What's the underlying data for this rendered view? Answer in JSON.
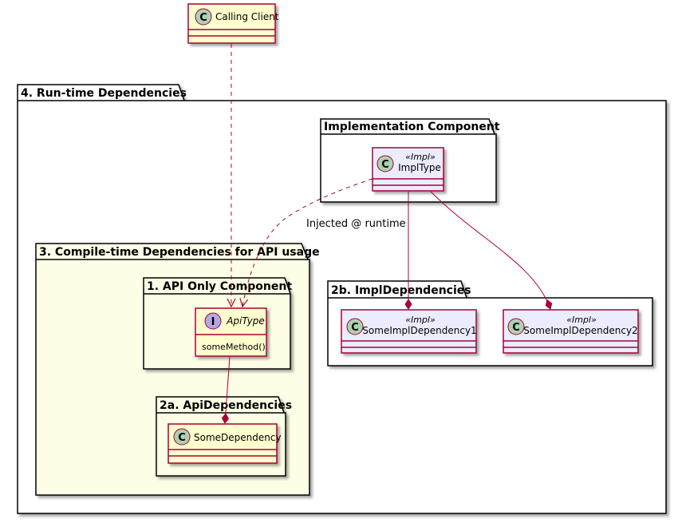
{
  "packages": {
    "runtime": "4. Run-time Dependencies",
    "impl_component": "Implementation Component",
    "compile_time": "3. Compile-time Dependencies for API usage",
    "api_only": "1. API Only Component",
    "api_deps": "2a. ApiDependencies",
    "impl_deps": "2b. ImplDependencies"
  },
  "classes": {
    "calling_client": {
      "badge": "C",
      "name": "Calling Client"
    },
    "impl_type": {
      "badge": "C",
      "stereotype": "«Impl»",
      "name": "ImplType"
    },
    "api_type": {
      "badge": "I",
      "name": "ApiType",
      "method": "someMethod()"
    },
    "some_dependency": {
      "badge": "C",
      "name": "SomeDependency"
    },
    "some_impl_dependency1": {
      "badge": "C",
      "stereotype": "«Impl»",
      "name": "SomeImplDependency1"
    },
    "some_impl_dependency2": {
      "badge": "C",
      "stereotype": "«Impl»",
      "name": "SomeImplDependency2"
    }
  },
  "edges": {
    "injected_label": "Injected @ runtime"
  },
  "colors": {
    "class_border": "#a80036",
    "class_fill_yellow": "#fefece",
    "class_fill_impl": "#ececff",
    "class_badge": "#add1b2",
    "interface_badge": "#b4a7e5",
    "compile_pkg_fill": "#fefee6"
  }
}
